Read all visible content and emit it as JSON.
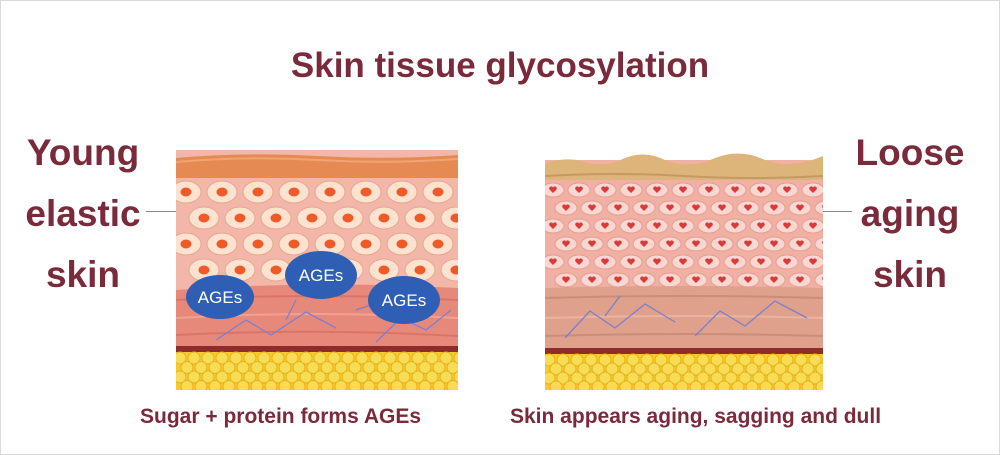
{
  "title": "Skin tissue glycosylation",
  "left_label": [
    "Young",
    "elastic",
    "skin"
  ],
  "right_label": [
    "Loose",
    "aging",
    "skin"
  ],
  "left_caption": "Sugar + protein forms AGEs",
  "right_caption": "Skin appears aging, sagging and dull",
  "ages_bubbles": [
    "AGEs",
    "AGEs",
    "AGEs"
  ],
  "colors": {
    "text": "#7a2a3a",
    "epidermis_young": "#e58a52",
    "epidermis_aged": "#ddb57a",
    "cell_fill": "#fbe3d0",
    "cell_nucleus": "#f05a28",
    "dermis_bg": "#f2b7a8",
    "muscle_layer": "#e6897a",
    "fat_layer": "#f6cc2c",
    "ages_bubble": "#2f5fb4"
  }
}
